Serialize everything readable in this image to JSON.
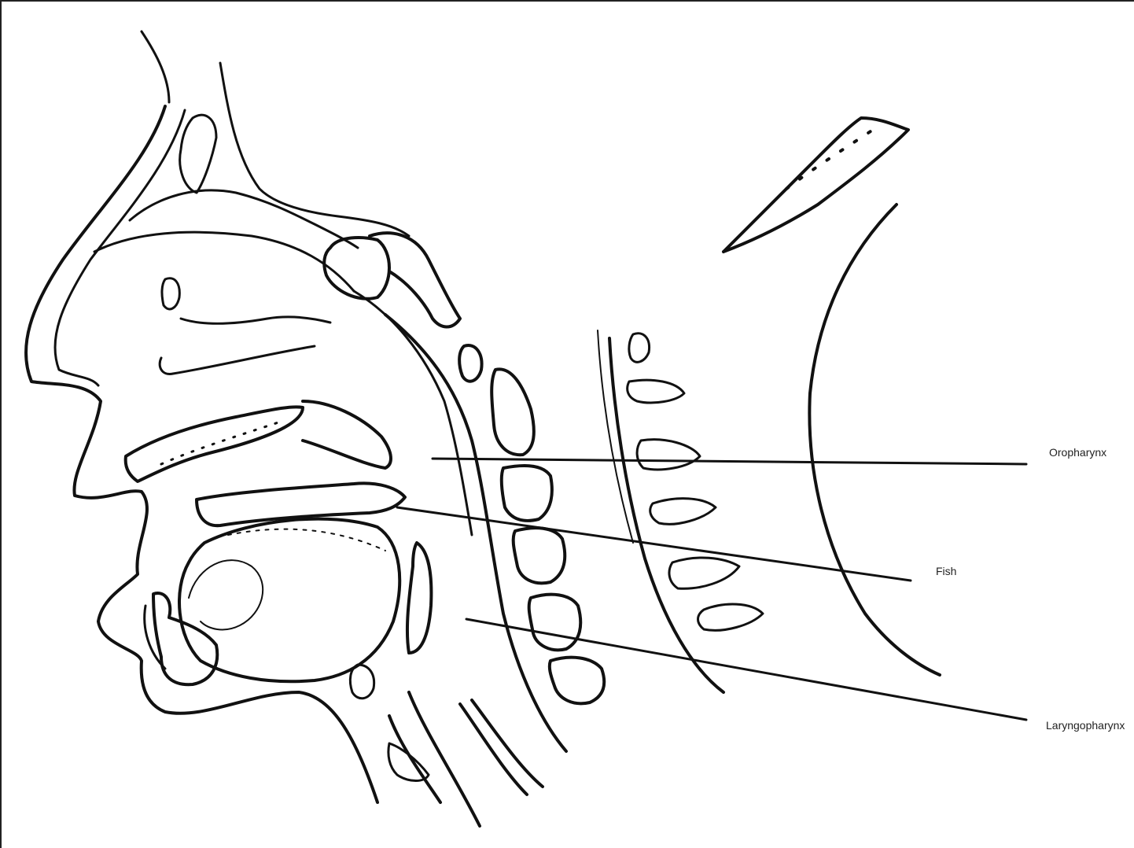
{
  "labels": {
    "oropharynx": "Oropharynx",
    "fish": "Fish",
    "laryngopharynx": "Laryngopharynx"
  },
  "colors": {
    "line": "#111111",
    "background": "#ffffff"
  }
}
